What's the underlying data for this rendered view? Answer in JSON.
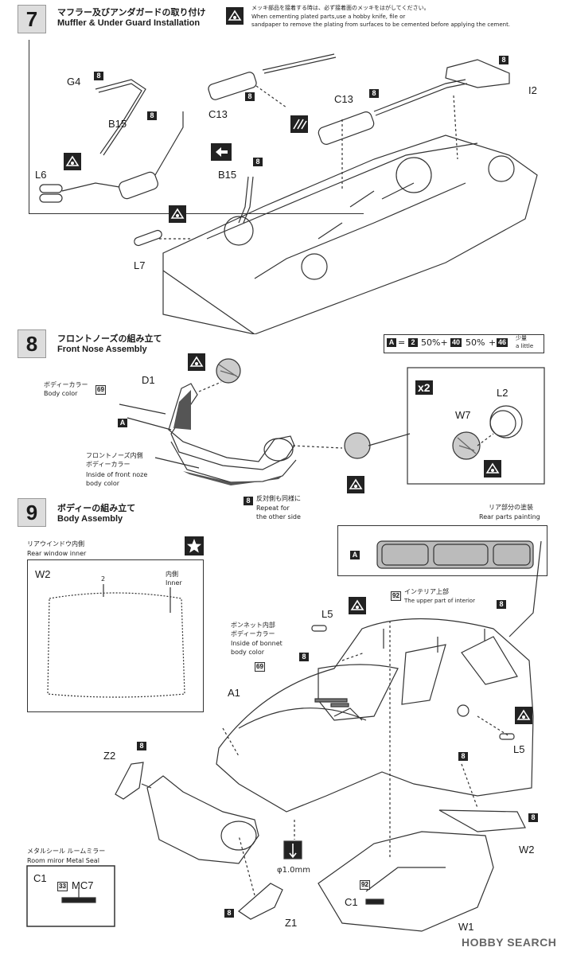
{
  "step7": {
    "number": "7",
    "title_jp": "マフラー及びアンダガードの取り付け",
    "title_en": "Muffler & Under Guard Installation",
    "note_jp": "メッキ部品を接着する時は、必ず接着面のメッキをはがしてください。",
    "note_en_1": "When cementing plated parts,use a hobby knife, file or",
    "note_en_2": "sandpaper to remove the plating from surfaces to be cemented before applying the cement.",
    "parts": {
      "g4": "G4",
      "b15": "B15",
      "b15b": "B15",
      "c13": "C13",
      "c13b": "C13",
      "l6": "L6",
      "l7": "L7",
      "i2": "I2"
    },
    "color_8": "8"
  },
  "step8": {
    "number": "8",
    "title_jp": "フロントノーズの組み立て",
    "title_en": "Front Nose Assembly",
    "mix": {
      "a": "A",
      "eq": "=",
      "c2": "2",
      "p2": "50%+",
      "c40": "40",
      "p40": "50%",
      "plus": "+",
      "c46": "46",
      "little_jp": "少量",
      "little_en": "a little"
    },
    "body_color_jp": "ボディーカラー",
    "body_color_en": "Body color",
    "c69": "69",
    "a_label": "A",
    "d1": "D1",
    "inside_jp_1": "フロントノーズ内側",
    "inside_jp_2": "ボディーカラー",
    "inside_en_1": "Inside of front noze",
    "inside_en_2": "body color",
    "repeat_jp": "反対側も同様に",
    "repeat_en_1": "Repeat for",
    "repeat_en_2": "the other side",
    "x2": "x2",
    "l2": "L2",
    "w7": "W7"
  },
  "step9": {
    "number": "9",
    "title_jp": "ボディーの組み立て",
    "title_en": "Body Assembly",
    "rear_window_jp": "リアウインドウ内側",
    "rear_window_en": "Rear window inner",
    "w2": "W2",
    "w2b": "W2",
    "two": "2",
    "inner_jp": "内側",
    "inner_en": "Inner",
    "rear_parts_jp": "リア部分の塗装",
    "rear_parts_en": "Rear parts painting",
    "a_label": "A",
    "l5": "L5",
    "l5b": "L5",
    "c92": "92",
    "interior_jp": "インテリア上部",
    "interior_en": "The upper part of interior",
    "bonnet_jp_1": "ボンネット内部",
    "bonnet_jp_2": "ボディーカラー",
    "bonnet_en_1": "Inside of bonnet",
    "bonnet_en_2": "body color",
    "c69": "69",
    "a1": "A1",
    "z2": "Z2",
    "z1": "Z1",
    "w1": "W1",
    "c1": "C1",
    "c1b": "C1",
    "c33": "33",
    "mc7": "MC7",
    "seal_jp": "メタルシール ルームミラー",
    "seal_en": "Room miror Metal Seal",
    "drill": "φ1.0mm"
  },
  "watermark": "HOBBY SEARCH"
}
